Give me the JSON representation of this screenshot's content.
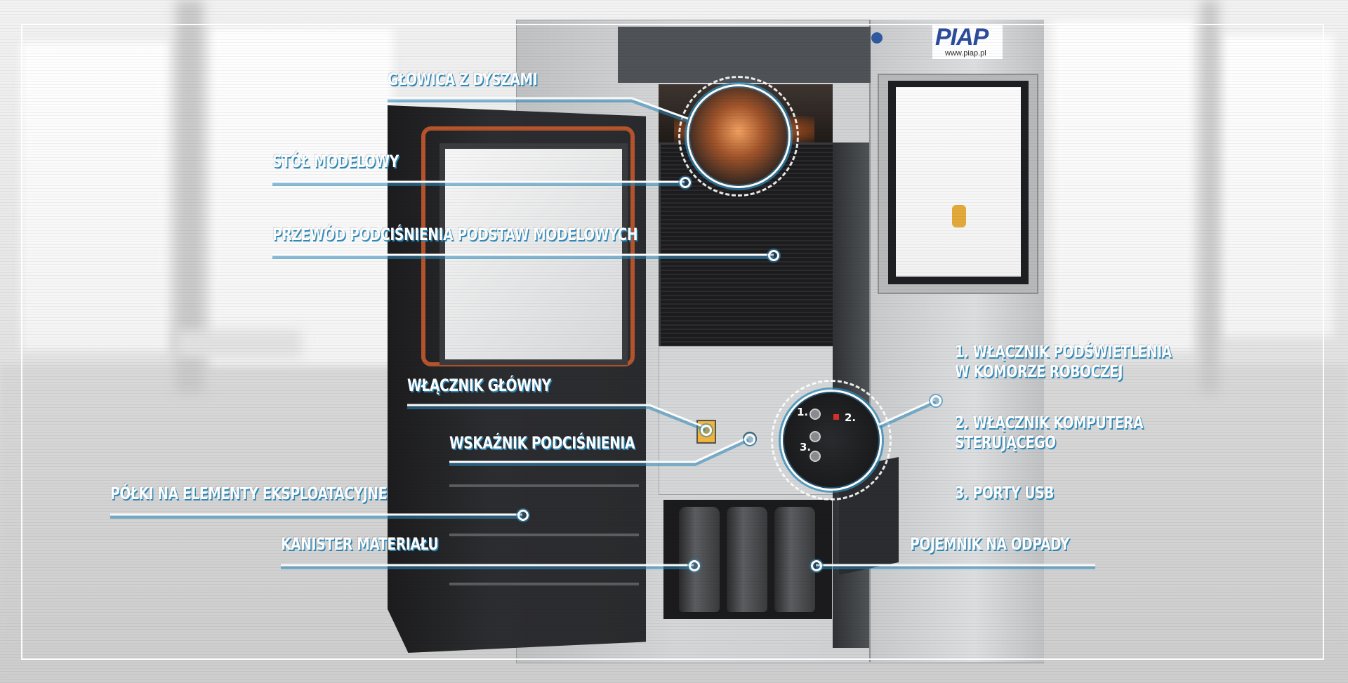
{
  "logo": {
    "brand": "PIAP",
    "url": "www.piap.pl",
    "brand_color": "#2c4c9c"
  },
  "accent_color": "#2c89b9",
  "labels": {
    "glowica": "GŁOWICA Z DYSZAMI",
    "stol": "STÓŁ MODELOWY",
    "przewod": "PRZEWÓD PODCIŚNIENIA PODSTAW MODELOWYCH",
    "wlacznik_glowny": "WŁĄCZNIK GŁÓWNY",
    "wskaznik": "WSKAŹNIK PODCIŚNIENIA",
    "polki": "PÓŁKI NA ELEMENTY EKSPLOATACYJNE",
    "kanister": "KANISTER MATERIAŁU",
    "pojemnik": "POJEMNIK NA ODPADY",
    "switch1": "1. WŁĄCZNIK PODŚWIETLENIA\nW KOMORZE ROBOCZEJ",
    "switch2": "2. WŁĄCZNIK KOMPUTERA\nSTERUJĄCEGO",
    "switch3": "3. PORTY USB"
  },
  "panel_numbers": {
    "n1": "1.",
    "n2": "2.",
    "n3": "3."
  },
  "icons": [
    "callout-marker-icon",
    "zoom-circle-icon",
    "piap-logo-icon"
  ]
}
